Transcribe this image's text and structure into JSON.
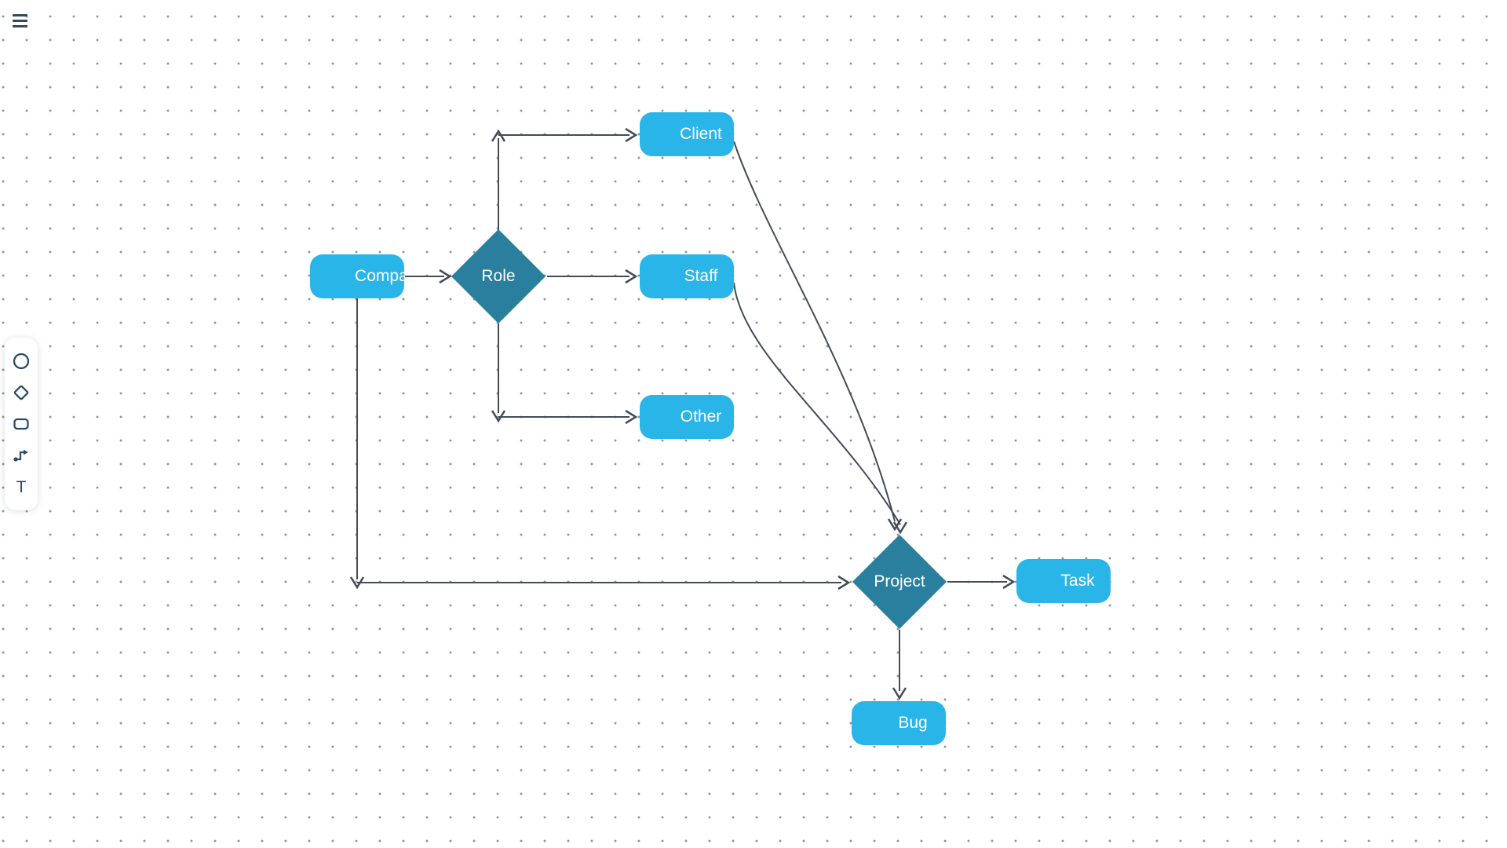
{
  "app": {
    "menu_icon": "hamburger-icon"
  },
  "toolbar": {
    "tools": [
      {
        "name": "circle-tool",
        "icon": "circle-icon"
      },
      {
        "name": "diamond-tool",
        "icon": "diamond-icon"
      },
      {
        "name": "rectangle-tool",
        "icon": "rectangle-icon"
      },
      {
        "name": "connector-tool",
        "icon": "connector-icon"
      },
      {
        "name": "text-tool",
        "icon": "text-icon",
        "glyph": "T"
      }
    ]
  },
  "diagram": {
    "nodes": {
      "company": {
        "label": "Company",
        "shape": "rounded-rect",
        "fill": "#29b5e8"
      },
      "role": {
        "label": "Role",
        "shape": "diamond",
        "fill": "#2a7f9e"
      },
      "client": {
        "label": "Client",
        "shape": "rounded-rect",
        "fill": "#29b5e8"
      },
      "staff": {
        "label": "Staff",
        "shape": "rounded-rect",
        "fill": "#29b5e8"
      },
      "other": {
        "label": "Other",
        "shape": "rounded-rect",
        "fill": "#29b5e8"
      },
      "project": {
        "label": "Project",
        "shape": "diamond",
        "fill": "#2a7f9e"
      },
      "task": {
        "label": "Task",
        "shape": "rounded-rect",
        "fill": "#29b5e8"
      },
      "bug": {
        "label": "Bug",
        "shape": "rounded-rect",
        "fill": "#29b5e8"
      }
    },
    "edges": [
      {
        "from": "company",
        "to": "role"
      },
      {
        "from": "role",
        "to": "client"
      },
      {
        "from": "role",
        "to": "staff"
      },
      {
        "from": "role",
        "to": "other"
      },
      {
        "from": "company",
        "to": "project"
      },
      {
        "from": "client",
        "to": "project"
      },
      {
        "from": "staff",
        "to": "project"
      },
      {
        "from": "project",
        "to": "task"
      },
      {
        "from": "project",
        "to": "bug"
      }
    ]
  },
  "colors": {
    "node_blue": "#29b5e8",
    "node_teal": "#2a7f9e",
    "edge": "#424c57",
    "icon_navy": "#2d4a66",
    "grid_dot": "#8d9398",
    "canvas_bg": "#ffffff",
    "node_text": "#ffffff"
  }
}
